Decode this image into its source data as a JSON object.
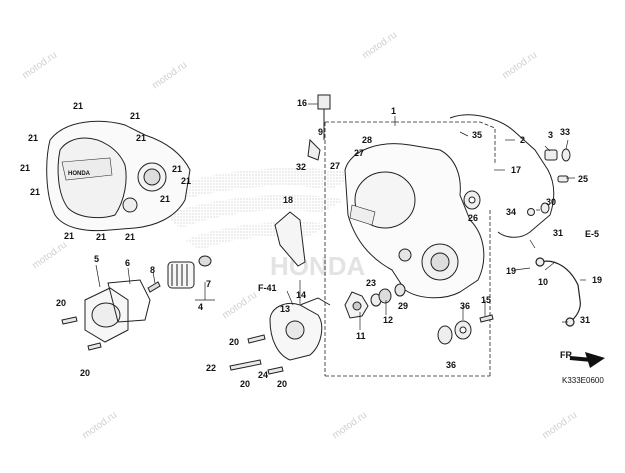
{
  "diagram": {
    "part_labels": [
      "1",
      "2",
      "3",
      "4",
      "5",
      "6",
      "7",
      "8",
      "11",
      "12",
      "13",
      "14",
      "15",
      "16",
      "17",
      "19",
      "20",
      "21",
      "22",
      "23",
      "24",
      "25",
      "26",
      "27",
      "28",
      "29",
      "30",
      "31",
      "32",
      "33",
      "34",
      "35",
      "36"
    ],
    "refs": {
      "f41": "F-41",
      "e5": "E-5",
      "fr": "FR."
    },
    "code": "K333E0600",
    "watermark": "motod.ru",
    "brand": "HONDA"
  }
}
